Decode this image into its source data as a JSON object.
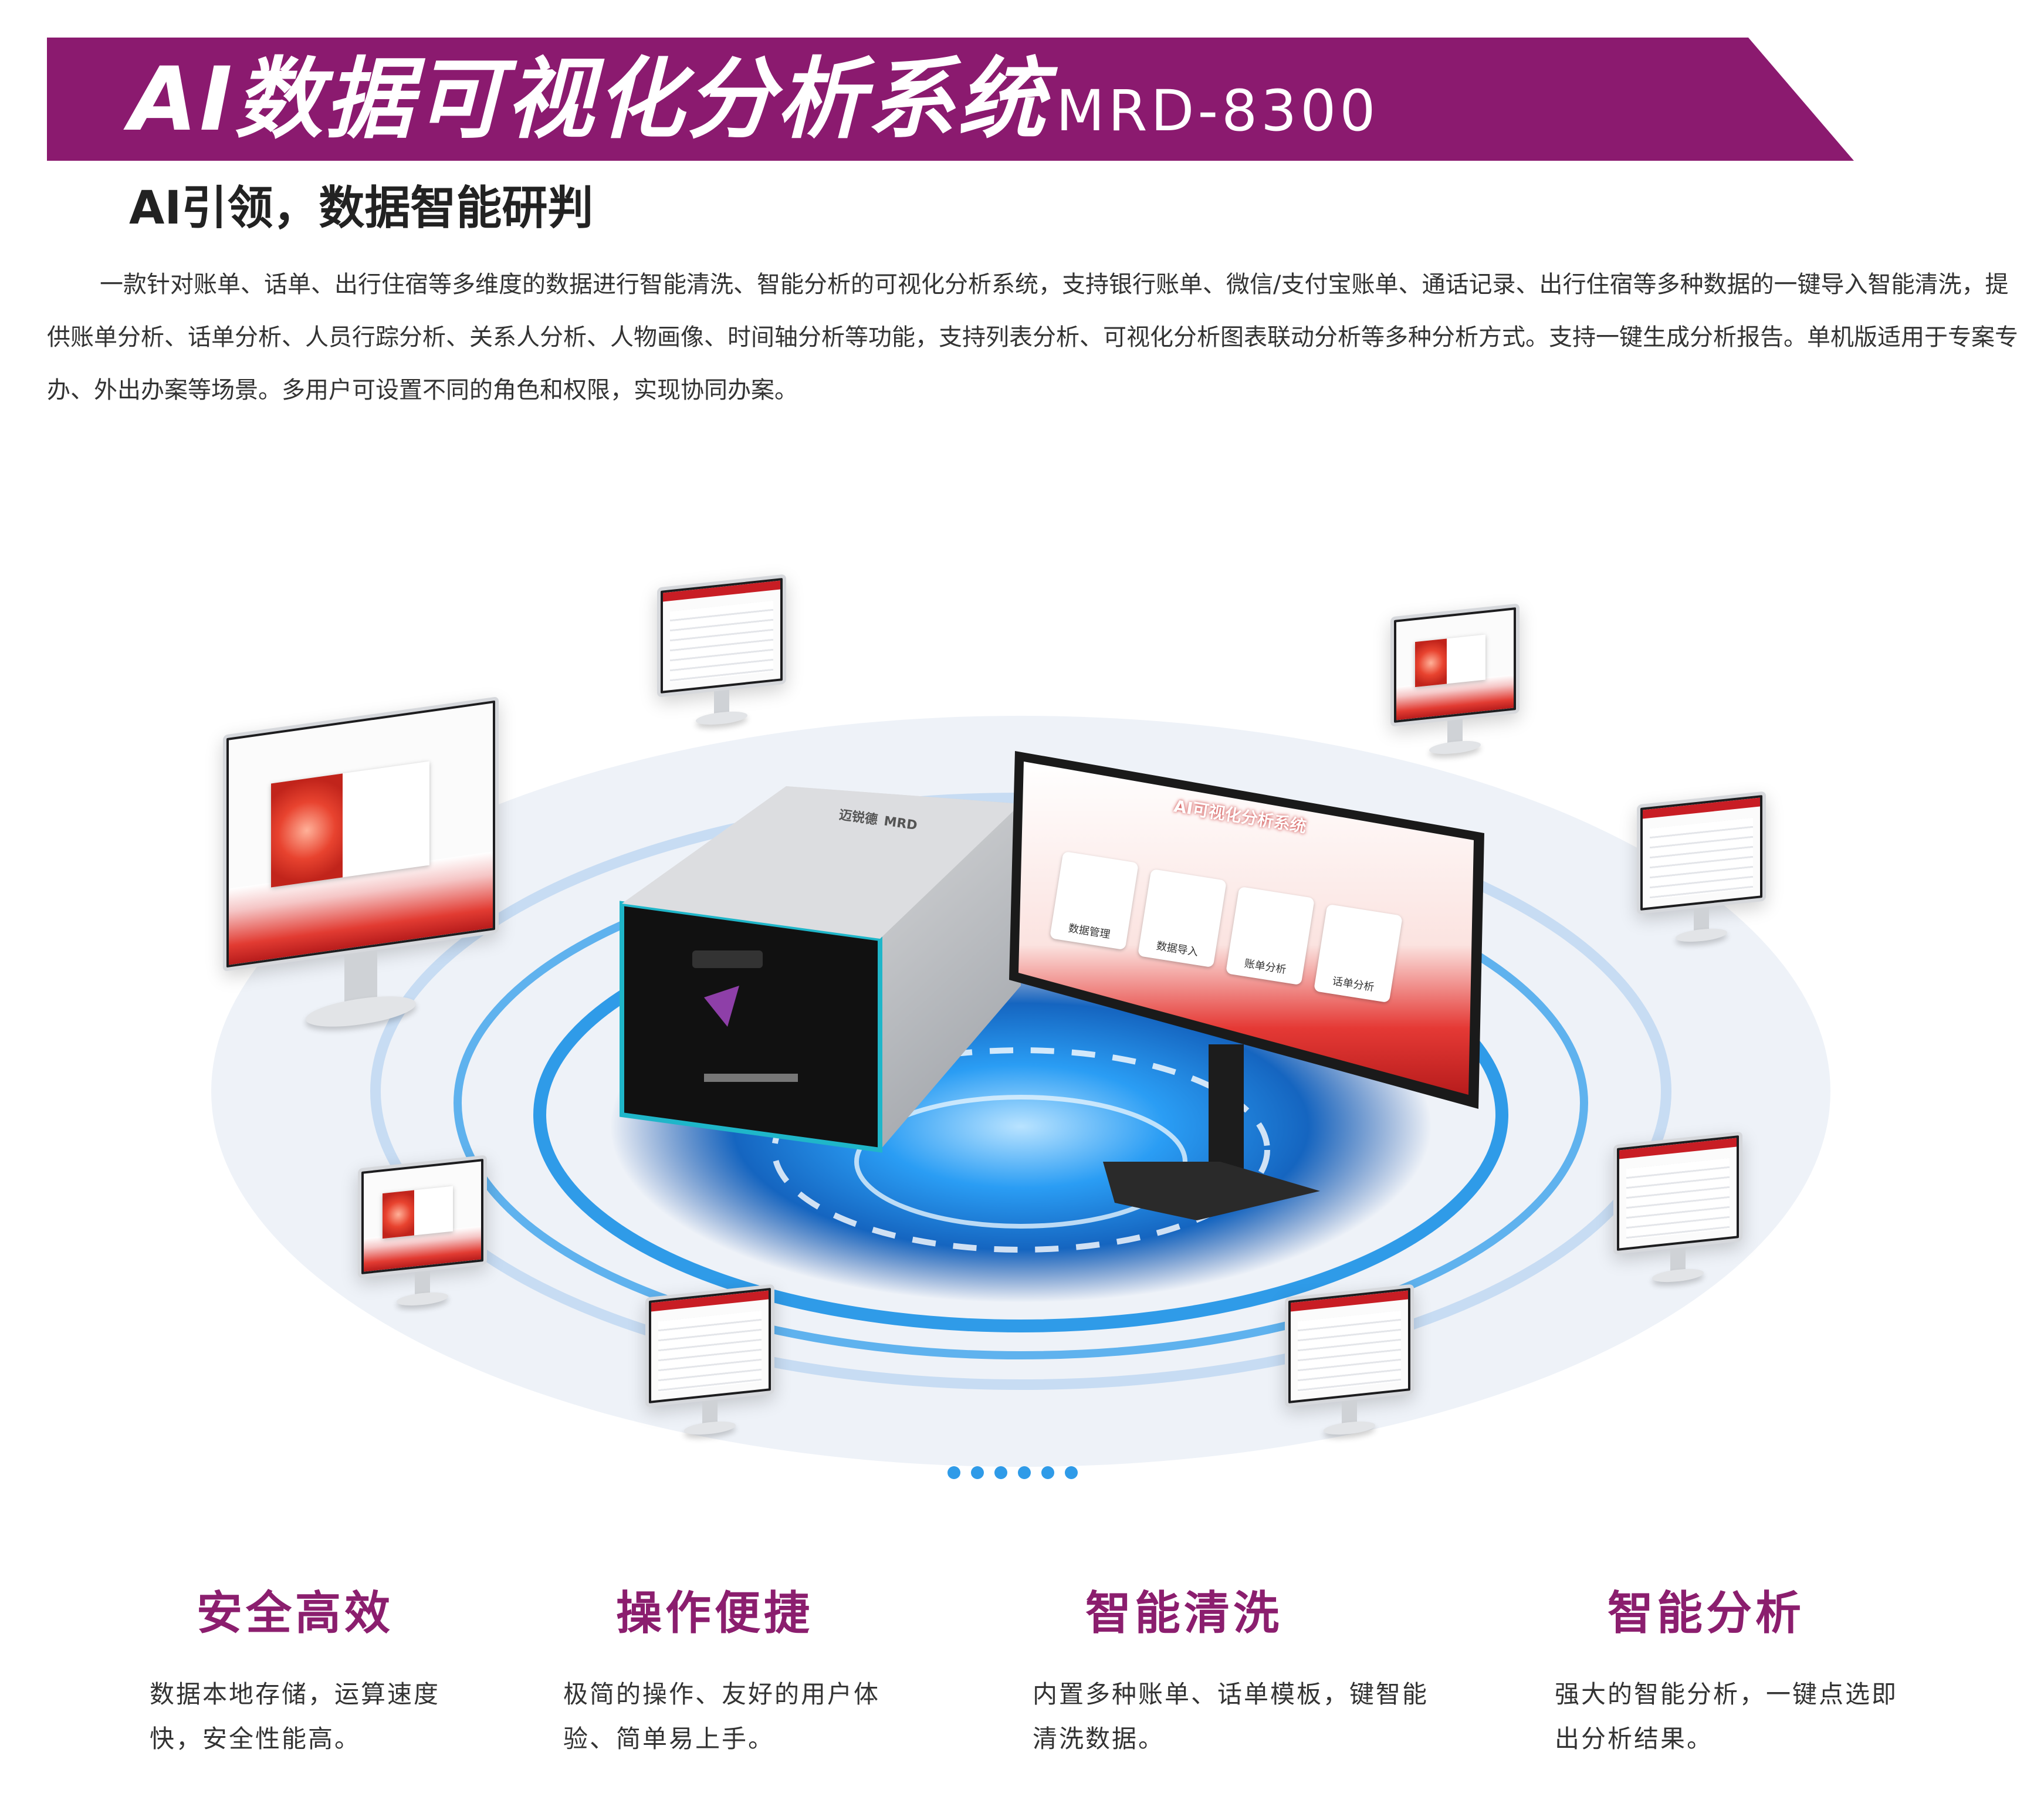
{
  "header": {
    "title": "AI数据可视化分析系统",
    "model": "MRD-8300",
    "banner_color": "#8b1a6f"
  },
  "subtitle": "AI引领，数据智能研判",
  "intro": "一款针对账单、话单、出行住宿等多维度的数据进行智能清洗、智能分析的可视化分析系统，支持银行账单、微信/支付宝账单、通话记录、出行住宿等多种数据的一键导入智能清洗，提供账单分析、话单分析、人员行踪分析、关系人分析、人物画像、时间轴分析等功能，支持列表分析、可视化分析图表联动分析等多种分析方式。支持一键生成分析报告。单机版适用于专案专办、外出办案等场景。多用户可设置不同的角色和权限，实现协同办案。",
  "hero": {
    "device_brand_cn": "迈锐德",
    "device_brand_en": "MRD",
    "main_screen": {
      "title": "AI可视化分析系统",
      "modules": [
        "数据管理",
        "数据导入",
        "账单分析",
        "话单分析"
      ]
    },
    "carousel_dots": 6,
    "accent_blue": "#1e88e5",
    "accent_red": "#d32f2f"
  },
  "features": [
    {
      "title": "安全高效",
      "desc": "数据本地存储，运算速度快，安全性能高。"
    },
    {
      "title": "操作便捷",
      "desc": "极简的操作、友好的用户体验、简单易上手。"
    },
    {
      "title": "智能清洗",
      "desc": "内置多种账单、话单模板，键智能清洗数据。"
    },
    {
      "title": "智能分析",
      "desc": "强大的智能分析，一键点选即出分析结果。"
    }
  ]
}
